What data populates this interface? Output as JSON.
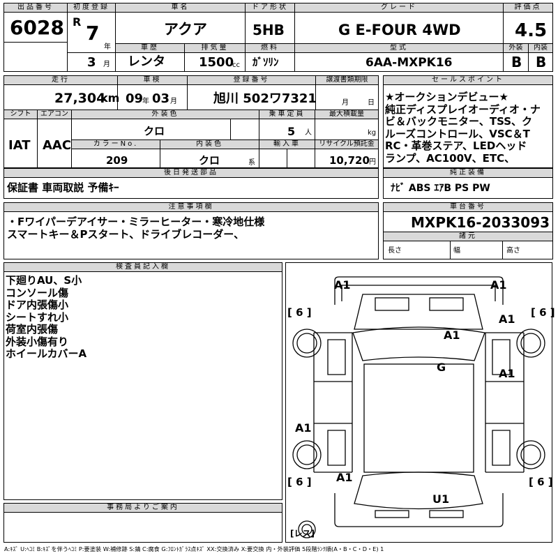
{
  "header": {
    "lot_label": "出品番号",
    "lot": "6028",
    "first_reg_label": "初度登録",
    "era": "R",
    "reg_year": "7",
    "year_unit": "年",
    "reg_month": "3",
    "month_unit": "月",
    "name_label": "車名",
    "name": "アクア",
    "door_label": "ドア形状",
    "door": "5HB",
    "grade_label": "グレード",
    "grade": "G E-FOUR 4WD",
    "score_label": "評価点",
    "score": "4.5",
    "ext_label": "外装",
    "int_label": "内装",
    "ext": "B",
    "int": "B",
    "history_label": "車歴",
    "history": "レンタ",
    "disp_label": "排気量",
    "disp": "1500",
    "disp_unit": "cc",
    "fuel_label": "燃料",
    "fuel": "ｶﾞｿﾘﾝ",
    "model_label": "型式",
    "model": "6AA-MXPK16"
  },
  "row2": {
    "mileage_label": "走行",
    "mileage": "27,304",
    "mileage_unit": "km",
    "inspect_label": "車検",
    "inspect_y": "09",
    "inspect_m": "03",
    "y_unit": "年",
    "m_unit": "月",
    "plate_label": "登録番号",
    "plate": "旭川 502ワ7321",
    "transfer_label": "譲渡書類期限",
    "t_m": "月",
    "t_d": "日",
    "shift_label": "シフト",
    "shift": "IAT",
    "ac_label": "エアコン",
    "ac": "AAC",
    "color_label": "外装色",
    "color": "クロ",
    "capacity_label": "乗車定員",
    "capacity": "5",
    "capacity_unit": "人",
    "load_label": "最大積載量",
    "load_unit": "kg",
    "colorno_label": "カラーNo.",
    "colorno": "209",
    "intcolor_label": "内装色",
    "intcolor": "クロ",
    "intcolor_unit": "系",
    "import_label": "輸入車",
    "recycle_label": "リサイクル預託金",
    "recycle": "10,720",
    "recycle_unit": "円"
  },
  "sales": {
    "label": "セールスポイント",
    "lines": [
      "★オークションデビュー★",
      "純正ディスプレイオーディオ・ナ",
      "ビ＆バックモニター、TSS、ク",
      "ルーズコントロール、VSC＆T",
      "RC・革巻ステア、LEDヘッド",
      "ランプ、AC100V、ETC、"
    ]
  },
  "parts": {
    "label": "後日発送部品",
    "value": "保証書 車両取説 予備ｷｰ"
  },
  "equipment": {
    "label": "純正装備",
    "value": "ﾅﾋﾞ ABS ｴｱB PS PW"
  },
  "notes": {
    "label": "注意事項欄",
    "lines": [
      "・Fワイパーデアイサー・ミラーヒーター・寒冷地仕様",
      "スマートキー＆Pスタート、ドライブレコーダー、"
    ]
  },
  "chassis": {
    "label": "車台番号",
    "value": "MXPK16-2033093"
  },
  "dims": {
    "label": "諸元",
    "length": "長さ",
    "width": "幅",
    "height": "高さ"
  },
  "inspector": {
    "label": "検査員記入欄",
    "lines": [
      "下廻りAU、S小",
      "コンソール傷",
      "ドア内張傷小",
      "シートすれ小",
      "荷室内張傷",
      "外装小傷有り",
      "ホイールカバーA"
    ]
  },
  "office": {
    "label": "事務局よりご案内"
  },
  "diagram": {
    "marks": {
      "fl": "A1",
      "fr": "A1",
      "door_r1": "A1",
      "roof": "A1",
      "glass": "G",
      "door_r2": "A1",
      "side_l": "A1",
      "rear_l": "A1",
      "rear": "U1"
    },
    "tires": [
      "6",
      "6",
      "6",
      "6"
    ],
    "bracket_open": "[",
    "bracket_close": "]",
    "less": "レス"
  },
  "legend": "A:ｷｽﾞ U:ﾍｺﾐ B:ｷｽﾞを伴うﾍｺﾐ P:要塗装 W:補修跡 S:錆 C:腐食 G:ﾌﾛﾝﾄｶﾞﾗｽ点ｷｽﾞ XX:交換済み X:要交換 内・外装評価 5段階ﾗﾝｸ順(A・B・C・D・E) 1"
}
